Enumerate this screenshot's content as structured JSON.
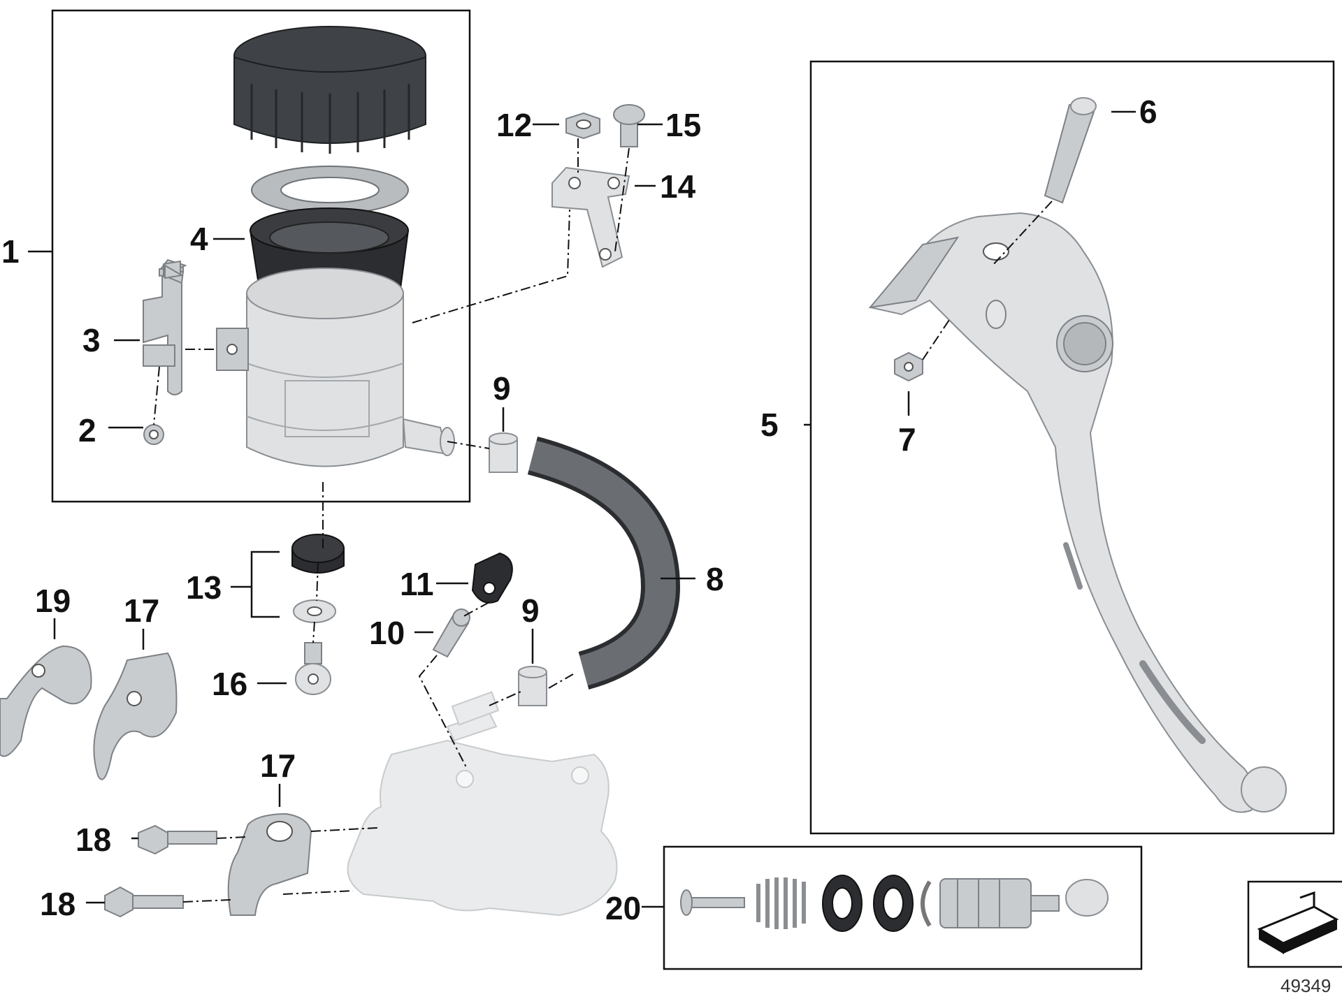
{
  "diagram": {
    "part_labels": [
      "1",
      "2",
      "3",
      "4",
      "5",
      "6",
      "7",
      "8",
      "9",
      "9",
      "10",
      "11",
      "12",
      "13",
      "14",
      "15",
      "16",
      "17",
      "17",
      "18",
      "18",
      "19",
      "20"
    ],
    "drawing_number": "49349"
  }
}
